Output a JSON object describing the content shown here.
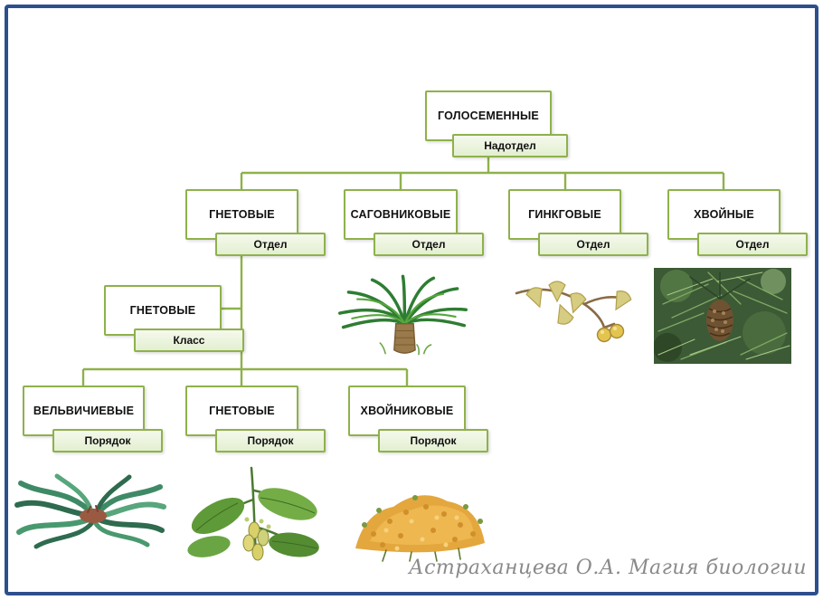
{
  "tree": {
    "root": {
      "title": "ГОЛОСЕМЕННЫЕ",
      "rank": "Надотдел"
    },
    "divisions": [
      {
        "title": "ГНЕТОВЫЕ",
        "rank": "Отдел"
      },
      {
        "title": "САГОВНИКОВЫЕ",
        "rank": "Отдел"
      },
      {
        "title": "ГИНКГОВЫЕ",
        "rank": "Отдел"
      },
      {
        "title": "ХВОЙНЫЕ",
        "rank": "Отдел"
      }
    ],
    "class": {
      "title": "ГНЕТОВЫЕ",
      "rank": "Класс"
    },
    "orders": [
      {
        "title": "ВЕЛЬВИЧИЕВЫЕ",
        "rank": "Порядок"
      },
      {
        "title": "ГНЕТОВЫЕ",
        "rank": "Порядок"
      },
      {
        "title": "ХВОЙНИКОВЫЕ",
        "rank": "Порядок"
      }
    ],
    "images": [
      {
        "name": "cycad-illustration"
      },
      {
        "name": "ginkgo-illustration"
      },
      {
        "name": "pine-cone-photo"
      },
      {
        "name": "welwitschia-illustration"
      },
      {
        "name": "gnetum-illustration"
      },
      {
        "name": "ephedra-illustration"
      }
    ]
  },
  "footer": {
    "credit": "Астраханцева О.А. Магия биологии"
  },
  "colors": {
    "connector": "#8FB14C",
    "box_border": "#8FB14C",
    "rank_fill": "#E9F0DB",
    "frame_border": "#2E4F8E",
    "credit_text": "#8A8A8A"
  }
}
